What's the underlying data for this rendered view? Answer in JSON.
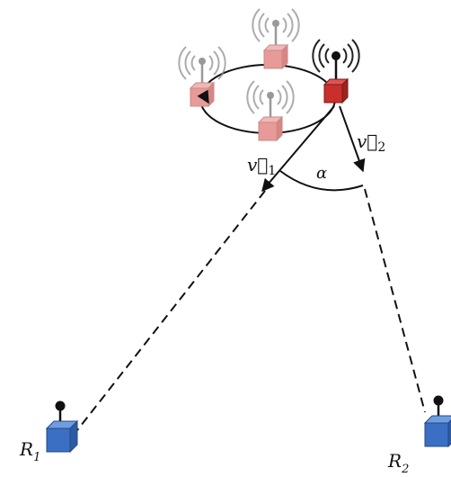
{
  "labels": {
    "v1": "v⃗",
    "v1_sub": "1",
    "v2": "v⃗",
    "v2_sub": "2",
    "alpha": "α",
    "r1": "R",
    "r1_sub": "1",
    "r2": "R",
    "r2_sub": "2"
  },
  "colors": {
    "transmitter": "#c9302c",
    "ghost_transmitter": "#e79a98",
    "receiver": "#3b6fc4",
    "stroke": "#111111",
    "wave": "#8a8a8a"
  },
  "icons": [
    "transmitter-icon",
    "receiver-icon",
    "radio-wave-icon"
  ]
}
